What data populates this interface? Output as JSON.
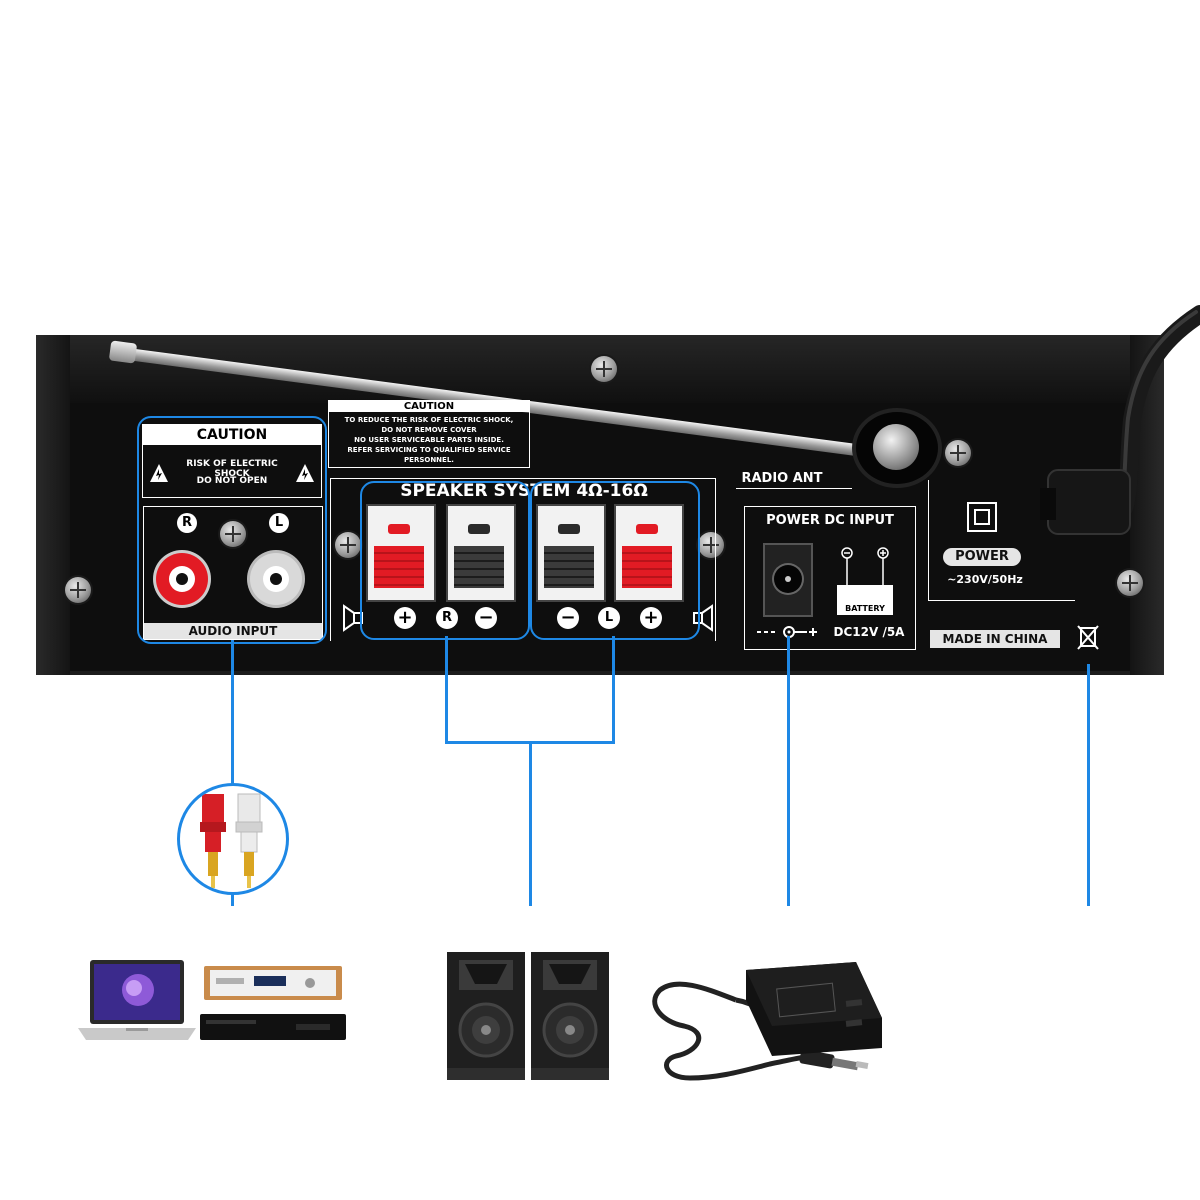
{
  "panel": {
    "caution_title": "CAUTION",
    "caution_line1": "RISK OF ELECTRIC SHOCK",
    "caution_line2": "DO NOT OPEN",
    "warning_title": "CAUTION",
    "warning_lines": [
      "TO REDUCE THE RISK OF ELECTRIC SHOCK,",
      "DO NOT REMOVE COVER",
      "NO USER SERVICEABLE PARTS INSIDE.",
      "REFER SERVICING TO QUALIFIED SERVICE",
      "PERSONNEL."
    ],
    "audio_input_label": "AUDIO INPUT",
    "rca_right_label": "R",
    "rca_left_label": "L",
    "speaker_title": "SPEAKER SYSTEM 4Ω-16Ω",
    "speaker_right_label": "R",
    "speaker_left_label": "L",
    "plus_symbol": "+",
    "minus_symbol": "−",
    "radio_ant_label": "RADIO ANT",
    "power_dc_label": "POWER DC INPUT",
    "battery_label": "BATTERY",
    "dc_spec": "DC12V /5A",
    "power_label": "POWER",
    "power_spec": "~230V/50Hz",
    "made_in": "MADE IN CHINA"
  },
  "colors": {
    "accent": "#1e88e5",
    "panel": "#0e0e0e",
    "terminal_red": "#e21b24",
    "terminal_black": "#2b2b2b"
  },
  "icons": [
    "rca-connector-icon",
    "laptop-icon",
    "dvd-player-icon",
    "speaker-pair-icon",
    "power-adapter-icon",
    "weee-bin-icon",
    "warning-triangle-icon"
  ]
}
